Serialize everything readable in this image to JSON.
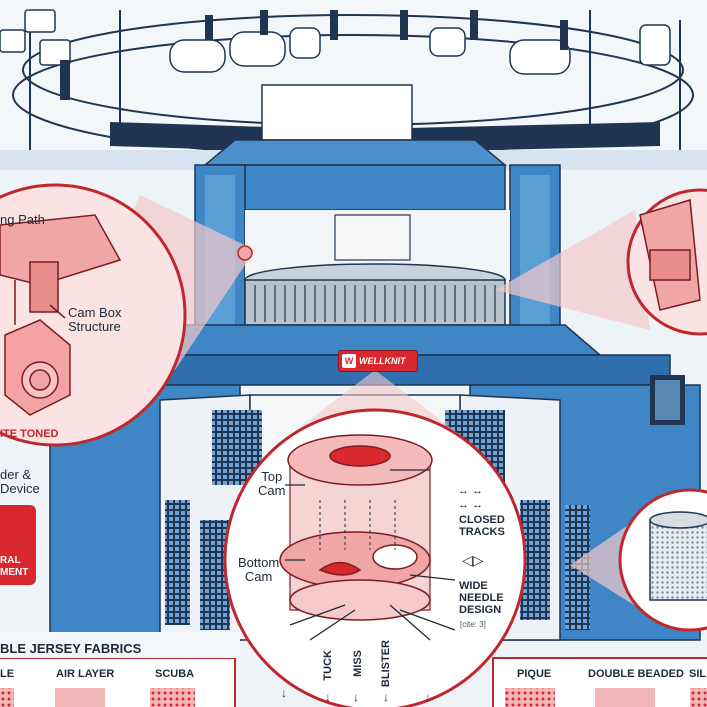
{
  "brand": {
    "name": "WELLKNIT",
    "logo_glyph": "W"
  },
  "left_callout": {
    "path_label": "ng Path",
    "cam_box_label": "Cam Box\nStructure",
    "toned_label": "ITE TONED",
    "feeder_label": "der &\nDevice",
    "red_box_label": "RAL\nMENT"
  },
  "center_callout": {
    "top_cam": "Top\nCam",
    "bottom_cam": "Bottom\nCam",
    "closed_tracks": "CLOSED\nTRACKS",
    "wide_needle": "WIDE\nNEEDLE\nDESIGN",
    "cite": "[cite: 3]",
    "stitch_labels": [
      "TUCK",
      "MISS",
      "BLISTER"
    ]
  },
  "fabrics": {
    "section_title": "BLE JERSEY FABRICS",
    "left_items": [
      "LE",
      "AIR LAYER",
      "SCUBA"
    ],
    "right_items": [
      "PIQUE",
      "DOUBLE BEADED",
      "SIL"
    ]
  },
  "colors": {
    "machine_blue": "#3f86c6",
    "machine_dark": "#1f3552",
    "accent_red": "#d8282e",
    "callout_pink": "#f4c9c9",
    "background": "#eef3f8"
  }
}
